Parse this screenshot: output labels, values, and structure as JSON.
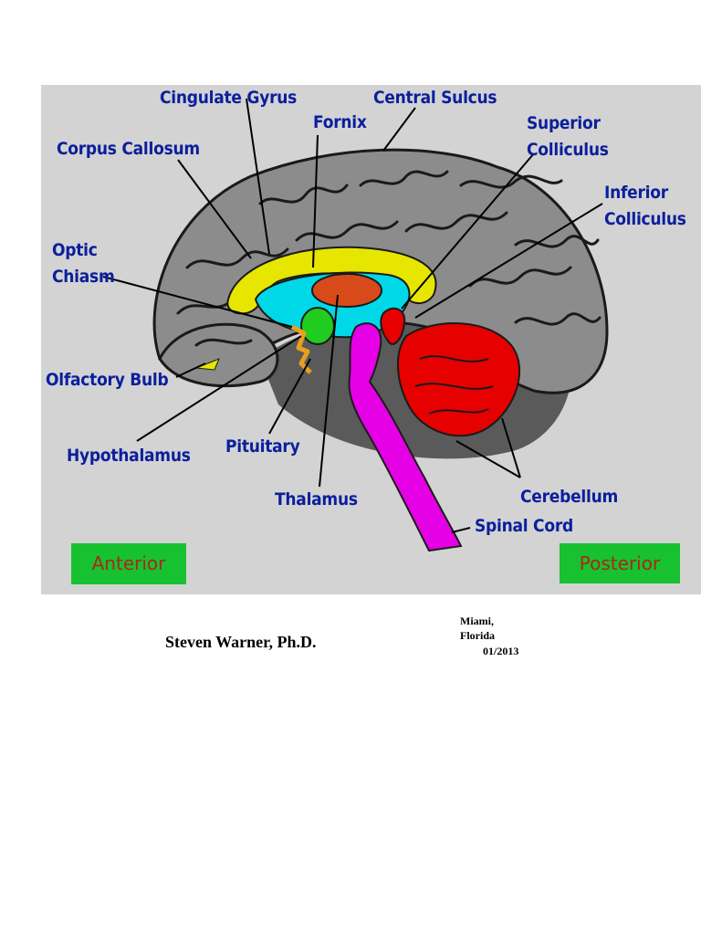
{
  "diagram": {
    "labels": {
      "cingulate_gyrus": "Cingulate Gyrus",
      "central_sulcus": "Central Sulcus",
      "fornix": "Fornix",
      "corpus_callosum": "Corpus Callosum",
      "superior_colliculus_1": "Superior",
      "superior_colliculus_2": "Colliculus",
      "inferior_colliculus_1": "Inferior",
      "inferior_colliculus_2": "Colliculus",
      "optic_chiasm_1": "Optic",
      "optic_chiasm_2": "Chiasm",
      "olfactory_bulb": "Olfactory Bulb",
      "hypothalamus": "Hypothalamus",
      "pituitary": "Pituitary",
      "thalamus": "Thalamus",
      "cerebellum": "Cerebellum",
      "spinal_cord": "Spinal Cord"
    },
    "direction": {
      "anterior": "Anterior",
      "posterior": "Posterior"
    },
    "colors": {
      "background": "#d3d3d3",
      "cortex": "#8c8c8c",
      "corpus_callosum": "#e6e600",
      "ventricle": "#00d8e8",
      "thalamus": "#d94a1a",
      "hypothalamus": "#1fcc1f",
      "brainstem": "#e600e6",
      "cerebellum": "#e60000",
      "label_text": "#0b1f9c",
      "pill_bg": "#18c130",
      "pill_text": "#a8281c"
    }
  },
  "footer": {
    "author": "Steven Warner, Ph.D.",
    "city": "Miami,",
    "state": "Florida",
    "date": "01/2013"
  }
}
